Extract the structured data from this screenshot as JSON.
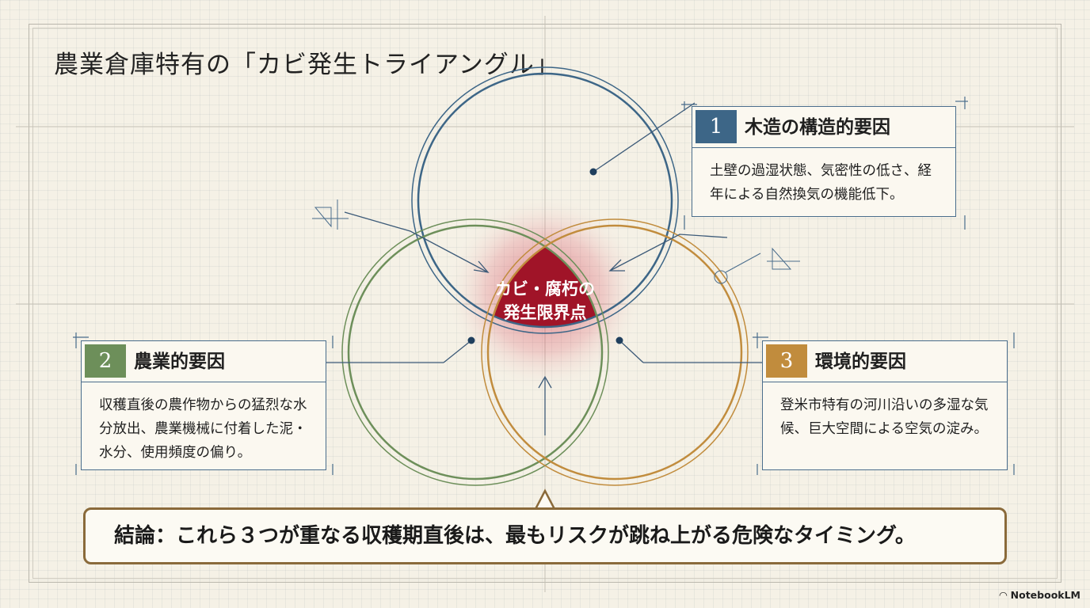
{
  "title": "農業倉庫特有の「カビ発生トライアングル」",
  "center": {
    "line1": "カビ・腐朽の",
    "line2": "発生限界点"
  },
  "factors": [
    {
      "num": "1",
      "title": "木造の構造的要因",
      "body": "土壁の過湿状態、気密性の低さ、経年による自然換気の機能低下。",
      "color": "#3d6687"
    },
    {
      "num": "2",
      "title": "農業的要因",
      "body": "収穫直後の農作物からの猛烈な水分放出、農業機械に付着した泥・水分、使用頻度の偏り。",
      "color": "#6d8f5a"
    },
    {
      "num": "3",
      "title": "環境的要因",
      "body": "登米市特有の河川沿いの多湿な気候、巨大空間による空気の淀み。",
      "color": "#c18c3d"
    }
  ],
  "conclusion": "結論：これら３つが重なる収穫期直後は、最もリスクが跳ね上がる危険なタイミング。",
  "footer_logo": "NotebookLM",
  "colors": {
    "accent_red": "#a01428",
    "border_blue": "#4a6d8c",
    "conclusion_border": "#8a6a3a"
  }
}
